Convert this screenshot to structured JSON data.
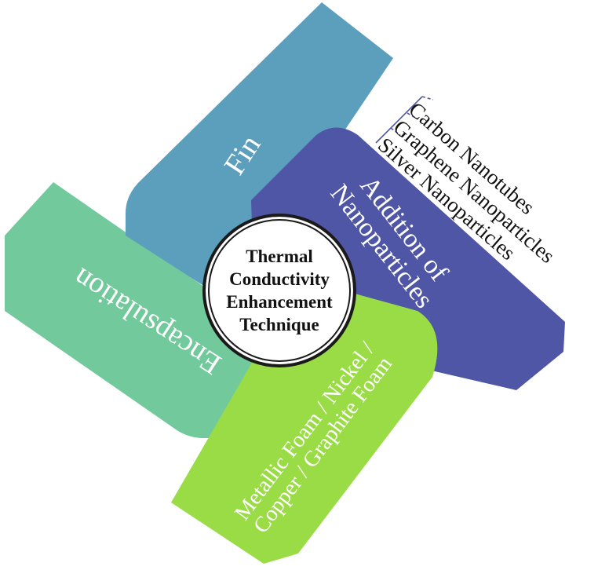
{
  "center": {
    "lines": [
      "Thermal",
      "Conductivity",
      "Enhancement",
      "Technique"
    ]
  },
  "petals": {
    "fin": {
      "lines": [
        "Fin"
      ],
      "color": "#5b9fbd"
    },
    "nano": {
      "lines": [
        "Addition of",
        "Nanoparticles"
      ],
      "color": "#5056a6",
      "items": [
        "Carbon Nanotubes",
        "Graphene Nanoparticles",
        "Silver Nanoparticles"
      ]
    },
    "encap": {
      "lines": [
        "Encapsulation"
      ],
      "color": "#72c99c"
    },
    "foam": {
      "lines": [
        "Metallic Foam / Nickel /",
        "Copper / Graphite Foam"
      ],
      "color": "#9adc45"
    }
  },
  "connector_color": "#5056a6"
}
